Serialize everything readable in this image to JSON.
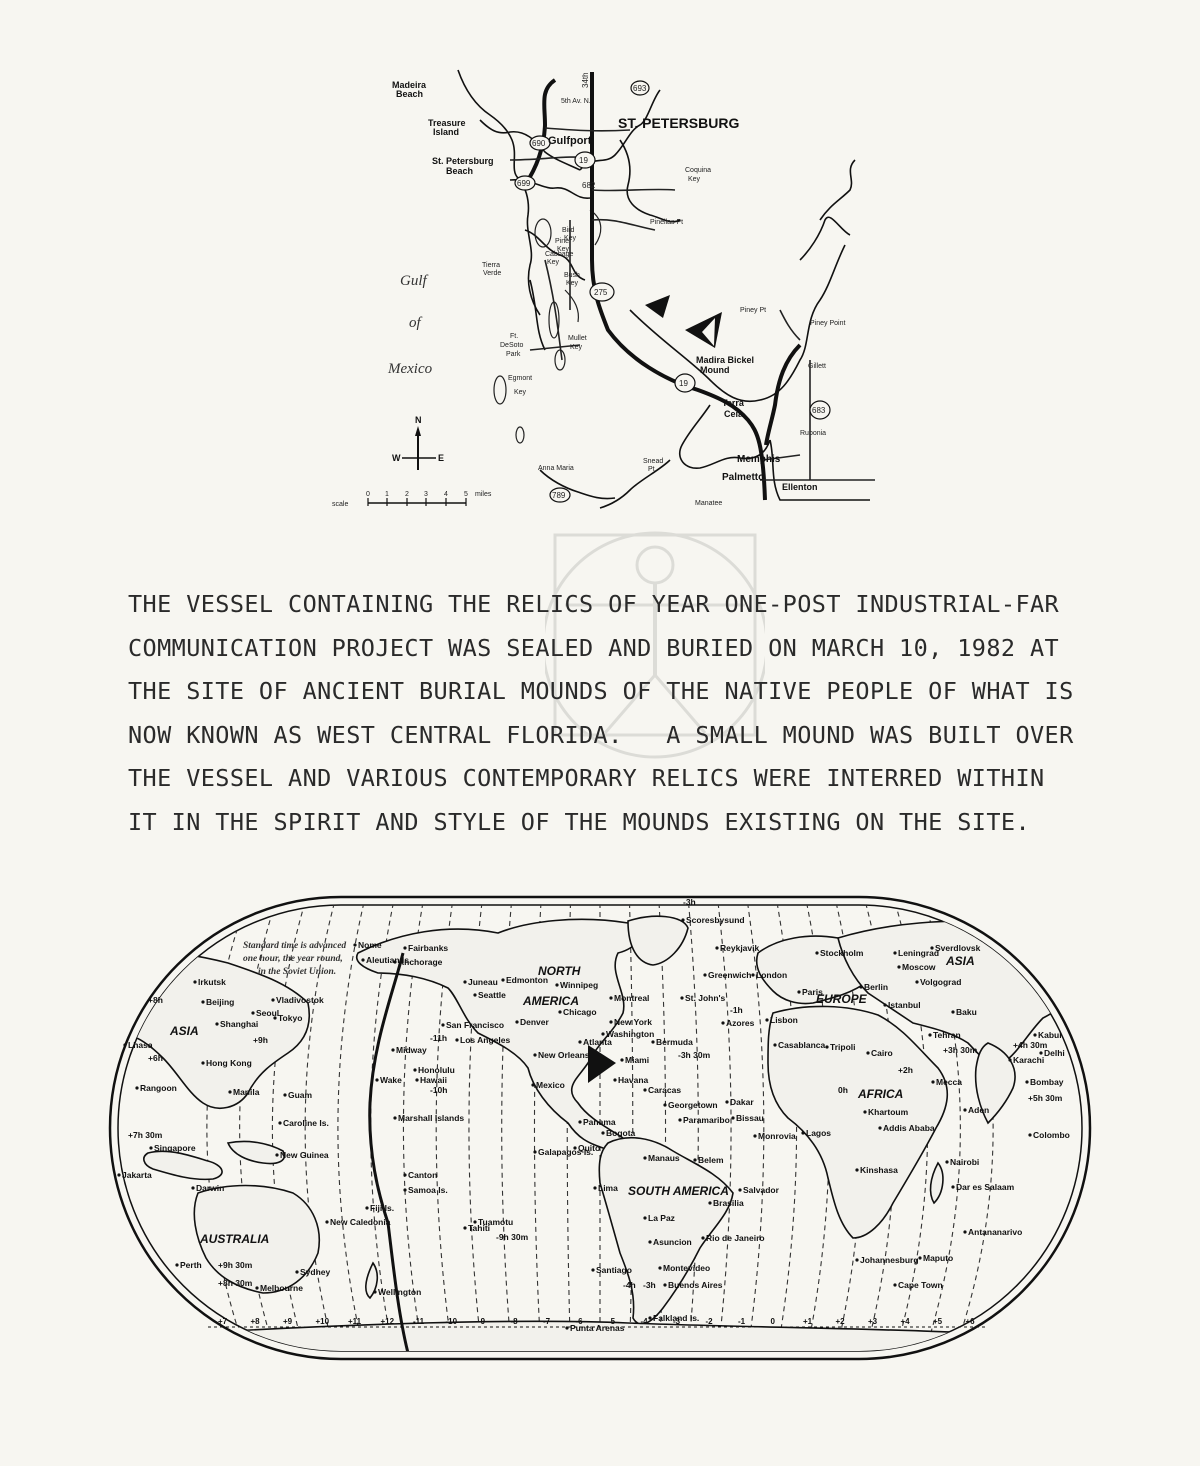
{
  "top_map": {
    "labels": {
      "madeira_beach": [
        "Madeira",
        "Beach"
      ],
      "treasure_island": [
        "Treasure",
        "Island"
      ],
      "st_petersburg_beach": [
        "St. Petersburg",
        "Beach"
      ],
      "gulfport": "Gulfport",
      "st_petersburg": "ST. PETERSBURG",
      "gulf": "Gulf",
      "of": "of",
      "mexico": "Mexico",
      "ave_n": "5th Av. N.",
      "route_19_top": "19",
      "route_19_bottom": "19",
      "route_275": "275",
      "route_690": "690",
      "route_699": "699",
      "route_693": "693",
      "route_682": "682",
      "route_683": "683",
      "route_789": "789",
      "street_34th": "34th",
      "bird_key": [
        "Bird",
        "Key"
      ],
      "pine_key": [
        "Pine",
        "Key"
      ],
      "bush_key": [
        "Bush",
        "Key"
      ],
      "tierra_verde": [
        "Tierra",
        "Verde"
      ],
      "cabbage_key": [
        "Cabbage",
        "Key"
      ],
      "fort_desoto": [
        "Ft.",
        "DeSoto",
        "Park"
      ],
      "mullet_key": [
        "Mullet",
        "Key"
      ],
      "egmont_key": [
        "Egmont",
        "Key"
      ],
      "coquina_key": [
        "Coquina",
        "Key"
      ],
      "pinellas_pt": "Pinellas Pt",
      "piney_pt": "Piney Pt",
      "piney_point": "Piney Point",
      "madira_bickel_mound": [
        "Madira Bickel",
        "Mound"
      ],
      "terra_ceia": [
        "Terra",
        "Ceia"
      ],
      "memphis": "Memphis",
      "palmetto": "Palmetto",
      "ellenton": "Ellenton",
      "rubonia": "Rubonia",
      "gillett": "Gillett",
      "anna_maria": "Anna Maria",
      "snead_pt": [
        "Snead",
        "Pt"
      ],
      "manatee": "Manatee",
      "compass_n": "N",
      "compass_w": "W",
      "compass_e": "E",
      "scale_word": "scale",
      "scale_ticks": [
        "0",
        "1",
        "2",
        "3",
        "4",
        "5"
      ],
      "scale_unit": "miles"
    }
  },
  "body_text": {
    "lines": [
      "THE VESSEL CONTAINING THE RELICS OF YEAR ONE-POST INDUSTRIAL-FAR",
      "COMMUNICATION PROJECT WAS SEALED AND BURIED ON MARCH 10, 1982 AT",
      "THE SITE OF ANCIENT BURIAL MOUNDS OF THE NATIVE PEOPLE OF WHAT IS",
      "NOW KNOWN AS WEST CENTRAL FLORIDA.   A SMALL MOUND WAS BUILT OVER",
      "THE VESSEL AND VARIOUS CONTEMPORARY RELICS WERE INTERRED WITHIN",
      "IT IN THE SPIRIT AND STYLE OF THE MOUNDS EXISTING ON THE SITE."
    ]
  },
  "world_map": {
    "note_lines": [
      "Standard time is advanced",
      "one hour, the year round,",
      "in the Soviet Union."
    ],
    "continents": {
      "north_america": [
        "NORTH",
        "AMERICA"
      ],
      "south_america": "SOUTH AMERICA",
      "europe": "EUROPE",
      "asia_right": "ASIA",
      "asia_left": "ASIA",
      "africa": "AFRICA",
      "australia": "AUSTRALIA"
    },
    "cities": [
      {
        "id": "anchorage",
        "name": "Anchorage"
      },
      {
        "id": "juneau",
        "name": "Juneau"
      },
      {
        "id": "edmonton",
        "name": "Edmonton"
      },
      {
        "id": "winnipeg",
        "name": "Winnipeg"
      },
      {
        "id": "montreal",
        "name": "Montreal"
      },
      {
        "id": "chicago",
        "name": "Chicago"
      },
      {
        "id": "seattle",
        "name": "Seattle"
      },
      {
        "id": "denver",
        "name": "Denver"
      },
      {
        "id": "san_francisco",
        "name": "San Francisco"
      },
      {
        "id": "los_angeles",
        "name": "Los Angeles"
      },
      {
        "id": "new_york",
        "name": "New York"
      },
      {
        "id": "washington",
        "name": "Washington"
      },
      {
        "id": "atlanta",
        "name": "Atlanta"
      },
      {
        "id": "new_orleans",
        "name": "New Orleans"
      },
      {
        "id": "miami",
        "name": "Miami"
      },
      {
        "id": "havana",
        "name": "Havana"
      },
      {
        "id": "mexico",
        "name": "Mexico"
      },
      {
        "id": "bermuda",
        "name": "Bermuda"
      },
      {
        "id": "st_johns",
        "name": "St. John's"
      },
      {
        "id": "reykjavik",
        "name": "Reykjavik"
      },
      {
        "id": "greenwich",
        "name": "Greenwich"
      },
      {
        "id": "london",
        "name": "London"
      },
      {
        "id": "stockholm",
        "name": "Stockholm"
      },
      {
        "id": "leningrad",
        "name": "Leningrad"
      },
      {
        "id": "moscow",
        "name": "Moscow"
      },
      {
        "id": "berlin",
        "name": "Berlin"
      },
      {
        "id": "paris",
        "name": "Paris"
      },
      {
        "id": "lisbon",
        "name": "Lisbon"
      },
      {
        "id": "azores",
        "name": "Azores"
      },
      {
        "id": "casablanca",
        "name": "Casablanca"
      },
      {
        "id": "istanbul",
        "name": "Istanbul"
      },
      {
        "id": "tripoli",
        "name": "Tripoli"
      },
      {
        "id": "cairo",
        "name": "Cairo"
      },
      {
        "id": "tehran",
        "name": "Tehran"
      },
      {
        "id": "baku",
        "name": "Baku"
      },
      {
        "id": "sverdlovsk",
        "name": "Sverdlovsk"
      },
      {
        "id": "volgograd",
        "name": "Volgograd"
      },
      {
        "id": "kabul",
        "name": "Kabul"
      },
      {
        "id": "delhi",
        "name": "Delhi"
      },
      {
        "id": "karachi",
        "name": "Karachi"
      },
      {
        "id": "bombay",
        "name": "Bombay"
      },
      {
        "id": "colombo",
        "name": "Colombo"
      },
      {
        "id": "mecca",
        "name": "Mecca"
      },
      {
        "id": "aden",
        "name": "Aden"
      },
      {
        "id": "khartoum",
        "name": "Khartoum"
      },
      {
        "id": "addis_ababa",
        "name": "Addis Ababa"
      },
      {
        "id": "nairobi",
        "name": "Nairobi"
      },
      {
        "id": "dar_es_salaam",
        "name": "Dar es Salaam"
      },
      {
        "id": "kinshasa",
        "name": "Kinshasa"
      },
      {
        "id": "lagos",
        "name": "Lagos"
      },
      {
        "id": "dakar",
        "name": "Dakar"
      },
      {
        "id": "monrovia",
        "name": "Monrovia"
      },
      {
        "id": "bissau",
        "name": "Bissau"
      },
      {
        "id": "johannesburg",
        "name": "Johannesburg"
      },
      {
        "id": "maputo",
        "name": "Maputo"
      },
      {
        "id": "cape_town",
        "name": "Cape Town"
      },
      {
        "id": "antananarivo",
        "name": "Antananarivo"
      },
      {
        "id": "caracas",
        "name": "Caracas"
      },
      {
        "id": "georgetown",
        "name": "Georgetown"
      },
      {
        "id": "paramaribo",
        "name": "Paramaribo"
      },
      {
        "id": "panama",
        "name": "Panama"
      },
      {
        "id": "bogota",
        "name": "Bogota"
      },
      {
        "id": "quito",
        "name": "Quito"
      },
      {
        "id": "manaus",
        "name": "Manaus"
      },
      {
        "id": "belem",
        "name": "Belem"
      },
      {
        "id": "lima",
        "name": "Lima"
      },
      {
        "id": "la_paz",
        "name": "La Paz"
      },
      {
        "id": "brasilia",
        "name": "Brasilia"
      },
      {
        "id": "salvador",
        "name": "Salvador"
      },
      {
        "id": "rio",
        "name": "Rio de Janeiro"
      },
      {
        "id": "asuncion",
        "name": "Asuncion"
      },
      {
        "id": "santiago",
        "name": "Santiago"
      },
      {
        "id": "montevideo",
        "name": "Montevideo"
      },
      {
        "id": "buenos_aires",
        "name": "Buenos Aires"
      },
      {
        "id": "punta_arenas",
        "name": "Punta Arenas"
      },
      {
        "id": "falkland",
        "name": "Falkland Is."
      },
      {
        "id": "galapagos",
        "name": "Galapagos Is."
      },
      {
        "id": "tokyo",
        "name": "Tokyo"
      },
      {
        "id": "seoul",
        "name": "Seoul"
      },
      {
        "id": "beijing",
        "name": "Beijing"
      },
      {
        "id": "shanghai",
        "name": "Shanghai"
      },
      {
        "id": "hong_kong",
        "name": "Hong Kong"
      },
      {
        "id": "manila",
        "name": "Manila"
      },
      {
        "id": "rangoon",
        "name": "Rangoon"
      },
      {
        "id": "singapore",
        "name": "Singapore"
      },
      {
        "id": "jakarta",
        "name": "Jakarta"
      },
      {
        "id": "darwin",
        "name": "Darwin"
      },
      {
        "id": "perth",
        "name": "Perth"
      },
      {
        "id": "sydney",
        "name": "Sydney"
      },
      {
        "id": "melbourne",
        "name": "Melbourne"
      },
      {
        "id": "wellington",
        "name": "Wellington"
      },
      {
        "id": "irkutsk",
        "name": "Irkutsk"
      },
      {
        "id": "lhasa",
        "name": "Lhasa"
      },
      {
        "id": "vladivostok",
        "name": "Vladivostok"
      },
      {
        "id": "guam",
        "name": "Guam"
      },
      {
        "id": "wake",
        "name": "Wake"
      },
      {
        "id": "midway",
        "name": "Midway"
      },
      {
        "id": "honolulu",
        "name": "Honolulu"
      },
      {
        "id": "hawaii",
        "name": "Hawaii"
      },
      {
        "id": "marshall",
        "name": "Marshall Islands"
      },
      {
        "id": "caroline",
        "name": "Caroline Is."
      },
      {
        "id": "new_guinea",
        "name": "New Guinea"
      },
      {
        "id": "canton",
        "name": "Canton"
      },
      {
        "id": "samoa",
        "name": "Samoa Is."
      },
      {
        "id": "fiji",
        "name": "Fiji Is."
      },
      {
        "id": "new_caledonia",
        "name": "New Caledonia"
      },
      {
        "id": "tahiti",
        "name": "Tahiti"
      },
      {
        "id": "tuamotu",
        "name": "Tuamotu"
      },
      {
        "id": "aleutian",
        "name": "Aleutian Is."
      },
      {
        "id": "nome",
        "name": "Nome"
      },
      {
        "id": "fairbanks",
        "name": "Fairbanks"
      },
      {
        "id": "scoresbysund",
        "name": "Scoresbysund"
      }
    ],
    "offsets": [
      {
        "id": "o_8h_a",
        "text": "+8h"
      },
      {
        "id": "o_9h",
        "text": "+9h"
      },
      {
        "id": "o_11h",
        "text": "-11h"
      },
      {
        "id": "o_10h",
        "text": "-10h"
      },
      {
        "id": "o_3h_top",
        "text": "-3h"
      },
      {
        "id": "o_1h",
        "text": "-1h"
      },
      {
        "id": "o_2h",
        "text": "+2h"
      },
      {
        "id": "o_3h30",
        "text": "+3h 30m"
      },
      {
        "id": "o_4h30",
        "text": "+4h 30m"
      },
      {
        "id": "o_5h30",
        "text": "+5h 30m"
      },
      {
        "id": "o_6h",
        "text": "+6h"
      },
      {
        "id": "o_7h30",
        "text": "+7h 30m"
      },
      {
        "id": "o_8h30",
        "text": "+8h 30m"
      },
      {
        "id": "o_9h30",
        "text": "+9h 30m"
      },
      {
        "id": "o_3h30w",
        "text": "-3h 30m"
      },
      {
        "id": "o_9h30w",
        "text": "-9h 30m"
      },
      {
        "id": "o_3h",
        "text": "-3h"
      },
      {
        "id": "o_4h",
        "text": "-4h"
      },
      {
        "id": "o_0h",
        "text": "0h"
      }
    ],
    "bottom_ticks": [
      "+7",
      "+8",
      "+9",
      "+10",
      "+11",
      "+12",
      "-11",
      "-10",
      "-9",
      "-8",
      "-7",
      "-6",
      "-5",
      "-4",
      "-3",
      "-2",
      "-1",
      "0",
      "+1",
      "+2",
      "+3",
      "+4",
      "+5",
      "+6"
    ]
  }
}
